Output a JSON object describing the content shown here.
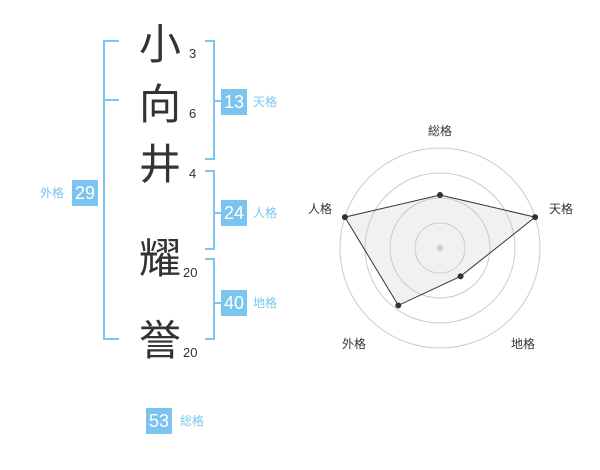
{
  "name": {
    "chars": [
      {
        "char": "小",
        "strokes": "3"
      },
      {
        "char": "向",
        "strokes": "6"
      },
      {
        "char": "井",
        "strokes": "4"
      },
      {
        "char": "耀",
        "strokes": "20"
      },
      {
        "char": "誉",
        "strokes": "20"
      }
    ]
  },
  "fortunes": {
    "tenkaku": {
      "value": "13",
      "label": "天格"
    },
    "jinkaku": {
      "value": "24",
      "label": "人格"
    },
    "chikaku": {
      "value": "40",
      "label": "地格"
    },
    "gaikaku": {
      "value": "29",
      "label": "外格"
    },
    "soukaku": {
      "value": "53",
      "label": "総格"
    }
  },
  "colors": {
    "accent": "#7cc4f0",
    "text": "#333333",
    "ring": "#cccccc"
  },
  "chart_data": {
    "type": "radar",
    "axes": [
      "総格",
      "天格",
      "地格",
      "外格",
      "人格"
    ],
    "values": [
      0.53,
      1.0,
      0.35,
      0.71,
      1.0
    ],
    "range": [
      0,
      1
    ],
    "rings": 4,
    "grid": true
  }
}
